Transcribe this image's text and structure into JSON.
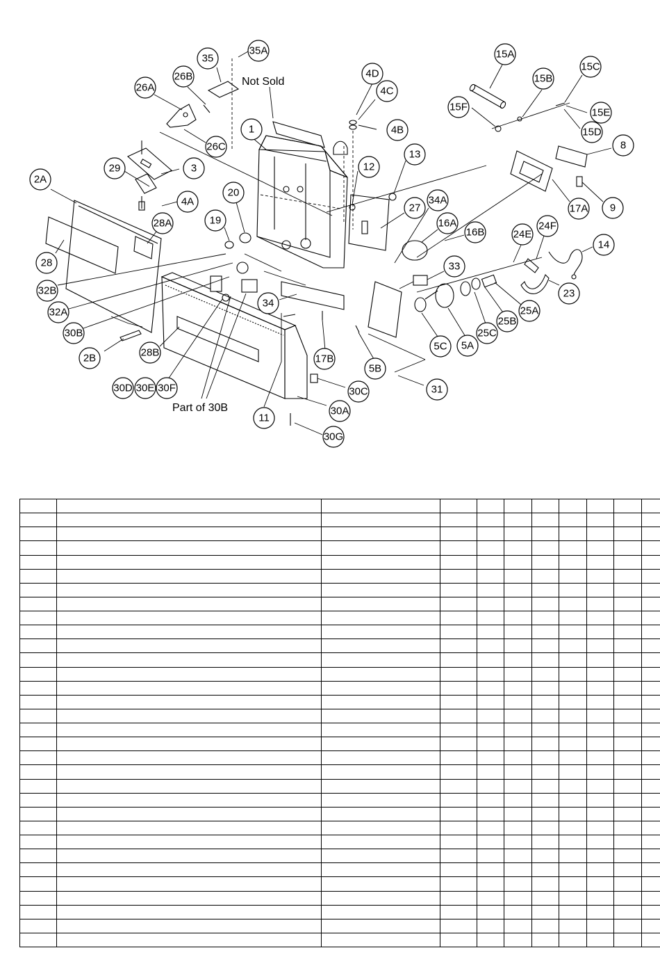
{
  "diagram": {
    "labels": {
      "not_sold": "Not Sold",
      "part_of_30b": "Part of 30B"
    },
    "callouts": [
      {
        "id": "c35",
        "text": "35"
      },
      {
        "id": "c35a",
        "text": "35A"
      },
      {
        "id": "c26b",
        "text": "26B"
      },
      {
        "id": "c26a",
        "text": "26A"
      },
      {
        "id": "c26c",
        "text": "26C"
      },
      {
        "id": "c1",
        "text": "1"
      },
      {
        "id": "c4d",
        "text": "4D"
      },
      {
        "id": "c4c",
        "text": "4C"
      },
      {
        "id": "c4b",
        "text": "4B"
      },
      {
        "id": "c15a",
        "text": "15A"
      },
      {
        "id": "c15b",
        "text": "15B"
      },
      {
        "id": "c15c",
        "text": "15C"
      },
      {
        "id": "c15f",
        "text": "15F"
      },
      {
        "id": "c15e",
        "text": "15E"
      },
      {
        "id": "c15d",
        "text": "15D"
      },
      {
        "id": "c8",
        "text": "8"
      },
      {
        "id": "c29",
        "text": "29"
      },
      {
        "id": "c3",
        "text": "3"
      },
      {
        "id": "c2a",
        "text": "2A"
      },
      {
        "id": "c12",
        "text": "12"
      },
      {
        "id": "c13",
        "text": "13"
      },
      {
        "id": "c17a",
        "text": "17A"
      },
      {
        "id": "c9",
        "text": "9"
      },
      {
        "id": "c20",
        "text": "20"
      },
      {
        "id": "c4a",
        "text": "4A"
      },
      {
        "id": "c27",
        "text": "27"
      },
      {
        "id": "c34a",
        "text": "34A"
      },
      {
        "id": "c19",
        "text": "19"
      },
      {
        "id": "c28a",
        "text": "28A"
      },
      {
        "id": "c16a",
        "text": "16A"
      },
      {
        "id": "c16b",
        "text": "16B"
      },
      {
        "id": "c24e",
        "text": "24E"
      },
      {
        "id": "c24f",
        "text": "24F"
      },
      {
        "id": "c14",
        "text": "14"
      },
      {
        "id": "c28",
        "text": "28"
      },
      {
        "id": "c32b",
        "text": "32B"
      },
      {
        "id": "c33",
        "text": "33"
      },
      {
        "id": "c32a",
        "text": "32A"
      },
      {
        "id": "c34",
        "text": "34"
      },
      {
        "id": "c23",
        "text": "23"
      },
      {
        "id": "c25a",
        "text": "25A"
      },
      {
        "id": "c25b",
        "text": "25B"
      },
      {
        "id": "c30b",
        "text": "30B"
      },
      {
        "id": "c25c",
        "text": "25C"
      },
      {
        "id": "c5c",
        "text": "5C"
      },
      {
        "id": "c5a",
        "text": "5A"
      },
      {
        "id": "c2b",
        "text": "2B"
      },
      {
        "id": "c28b",
        "text": "28B"
      },
      {
        "id": "c17b",
        "text": "17B"
      },
      {
        "id": "c5b",
        "text": "5B"
      },
      {
        "id": "c30d",
        "text": "30D"
      },
      {
        "id": "c30e",
        "text": "30E"
      },
      {
        "id": "c30f",
        "text": "30F"
      },
      {
        "id": "c30c",
        "text": "30C"
      },
      {
        "id": "c31",
        "text": "31"
      },
      {
        "id": "c30a",
        "text": "30A"
      },
      {
        "id": "c11",
        "text": "11"
      },
      {
        "id": "c30g",
        "text": "30G"
      }
    ]
  },
  "parts_table": {
    "row_count": 32,
    "column_count": 11,
    "cells": "empty"
  }
}
